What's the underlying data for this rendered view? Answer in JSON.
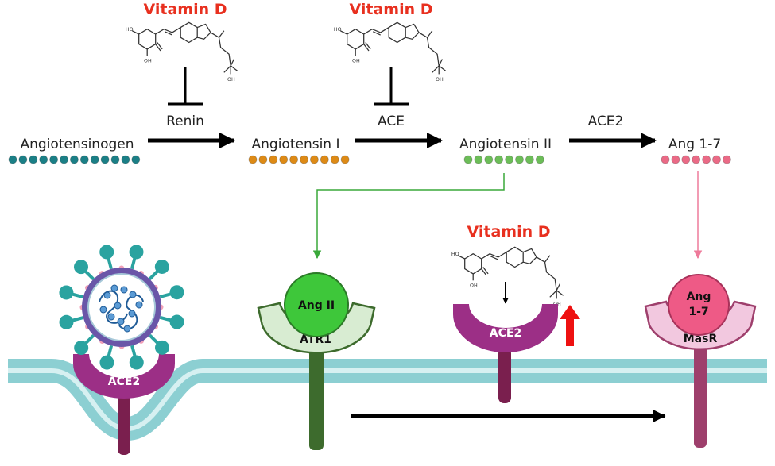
{
  "vitamin_d_label": "Vitamin D",
  "molecule_labels": {
    "ho": "HO",
    "oh": "OH"
  },
  "pathway": {
    "nodes": [
      {
        "label": "Angiotensinogen",
        "color": "#1b7f86",
        "beads": 13
      },
      {
        "label": "Angiotensin I",
        "color": "#dd8a16",
        "beads": 10
      },
      {
        "label": "Angiotensin II",
        "color": "#6cbd58",
        "beads": 8
      },
      {
        "label": "Ang 1-7",
        "color": "#ea6a86",
        "beads": 7
      }
    ],
    "enzymes": [
      "Renin",
      "ACE",
      "ACE2"
    ]
  },
  "receptors": {
    "ace2_virus": "ACE2",
    "atr1": "ATR1",
    "ang2": "Ang II",
    "ace2_upregulated": "ACE2",
    "masr": "MasR",
    "ang17_line1": "Ang",
    "ang17_line2": "1-7"
  },
  "colors": {
    "red_text": "#e8301f",
    "ace2_purple": "#9c2f86",
    "membrane": "#8ccfd2",
    "membrane_inner": "#d6f0f1",
    "atr1_stem": "#3d6b2d",
    "ang2_green": "#3ec73a",
    "masr_pink": "#f2c8df",
    "ang17_pink": "#ee5a86",
    "up_arrow": "#ee1111"
  }
}
